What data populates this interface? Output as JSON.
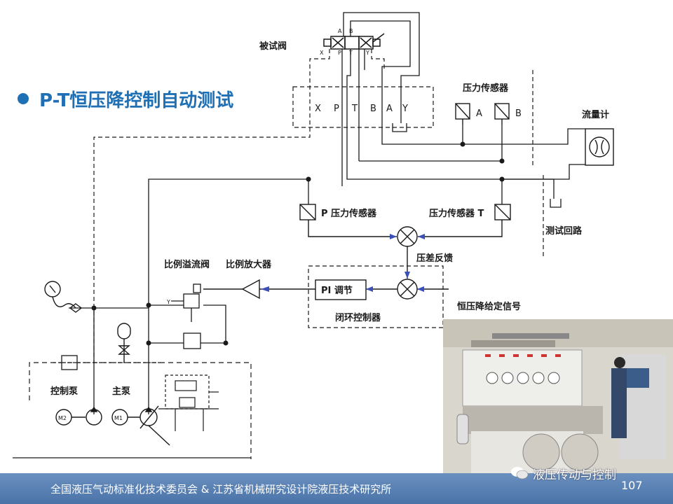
{
  "title": "P-T恒压降控制自动测试",
  "labels": {
    "tested_valve": "被试阀",
    "pressure_sensor": "压力传感器",
    "flow_meter": "流量计",
    "p_pressure_sensor": "P 压力传感器",
    "t_pressure_sensor": "压力传感器 T",
    "test_circuit": "测试回路",
    "pressure_diff_feedback": "压差反馈",
    "proportional_relief_valve": "比例溢流阀",
    "proportional_amplifier": "比例放大器",
    "pi_regulator": "PI 调节",
    "closed_loop_controller": "闭环控制器",
    "pressure_drop_setpoint": "恒压降给定信号",
    "control_pump": "控制泵",
    "main_pump": "主泵",
    "motor_m2": "M2",
    "motor_m1": "M1",
    "sensor_a": "A",
    "sensor_b": "B",
    "sensor_p_letter": "P"
  },
  "valve_ports_top": [
    "A",
    "B"
  ],
  "valve_ports_bottom": [
    "X",
    "P",
    "T",
    "Y"
  ],
  "port_block": [
    "X",
    "P",
    "T",
    "B",
    "A",
    "Y"
  ],
  "footer": {
    "text": "全国液压气动标准化技术委员会  &  江苏省机械研究设计院液压技术研究所",
    "page": "107"
  },
  "brand": "液压传动与控制",
  "colors": {
    "title": "#1f6fb4",
    "footer_bg": "#4a73a8",
    "signal_arrow": "#3a4fb8",
    "line": "#1a1a1a"
  }
}
